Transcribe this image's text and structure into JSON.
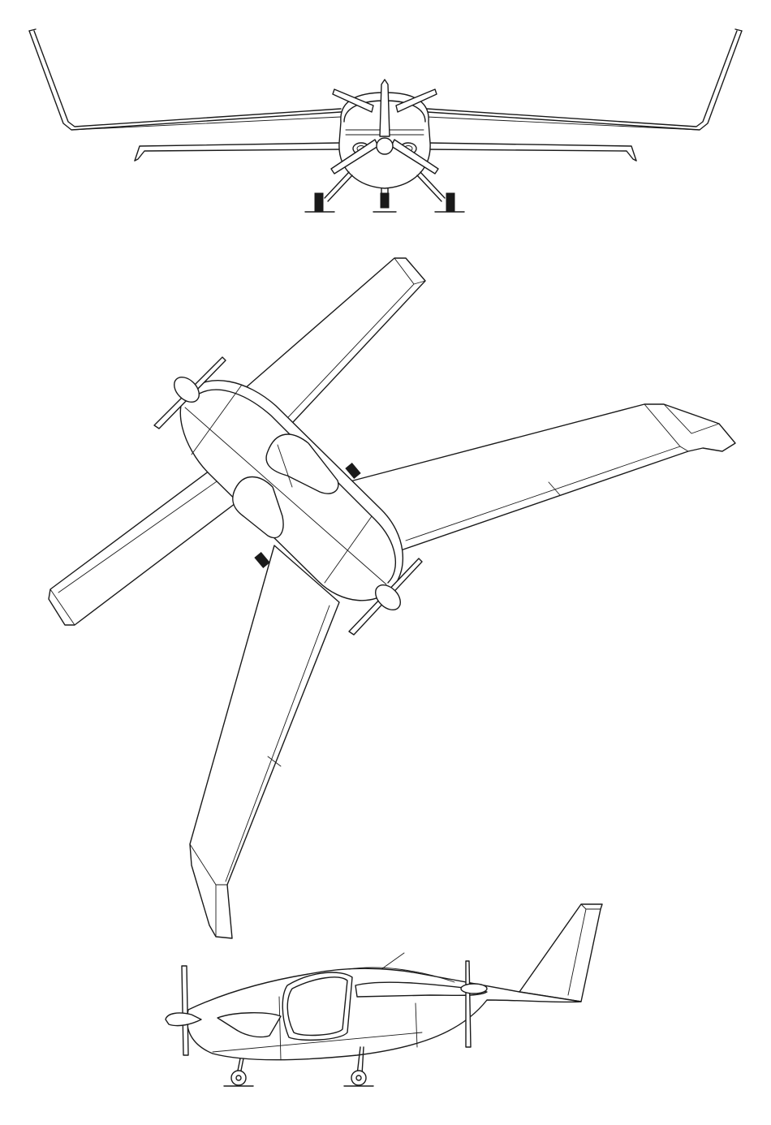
{
  "drawing": {
    "views": [
      "front-view",
      "top-view",
      "side-view"
    ],
    "line_color": "#1a1a1a",
    "background_color": "#ffffff"
  }
}
